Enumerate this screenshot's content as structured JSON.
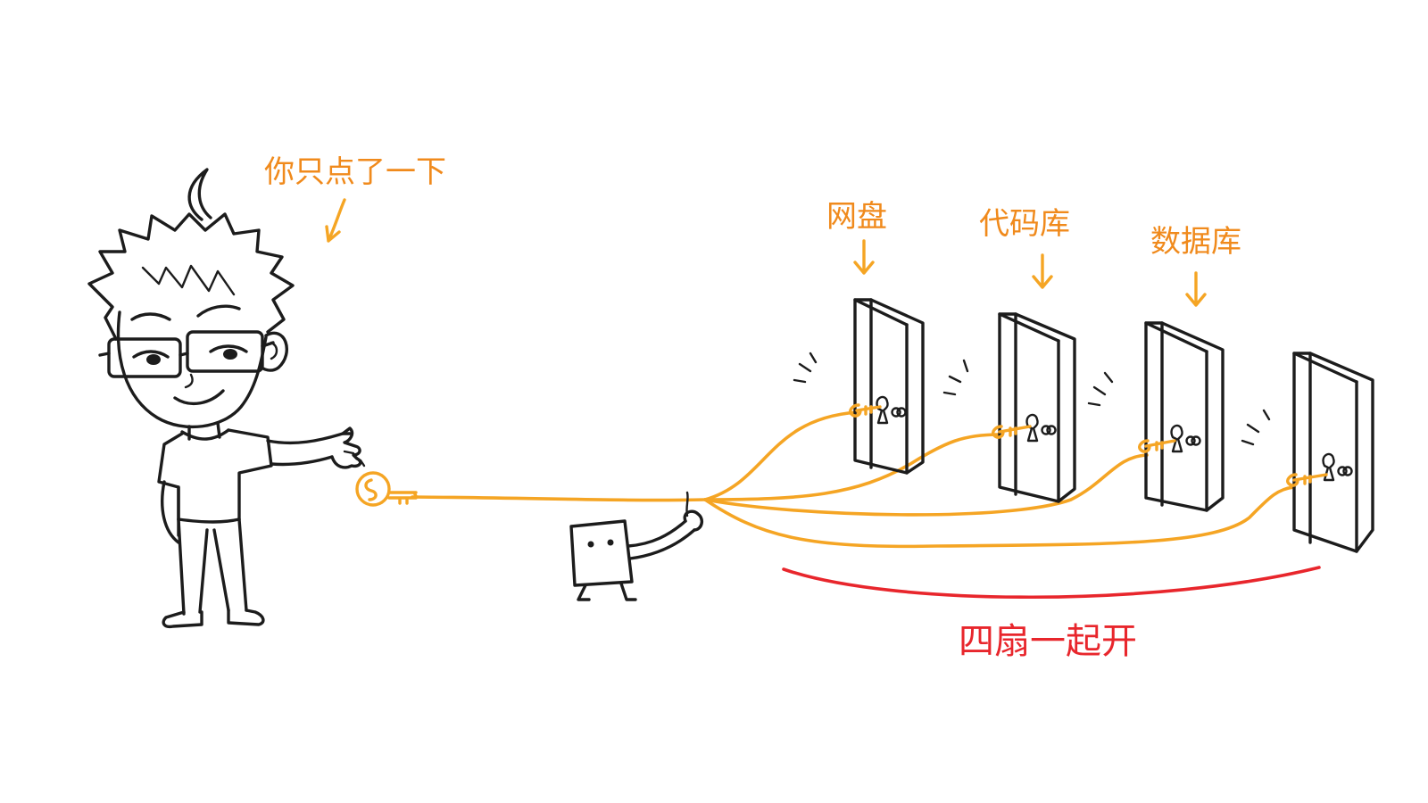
{
  "annotations": {
    "click_note": "你只点了一下",
    "doors_open": "四扇一起开"
  },
  "doors": [
    {
      "label": "网盘"
    },
    {
      "label": "代码库"
    },
    {
      "label": "数据库"
    },
    {
      "label": ""
    }
  ],
  "colors": {
    "orange": "#f5a524",
    "orange_text": "#f08a1c",
    "red": "#e8262c",
    "ink": "#1c1c1c"
  },
  "icons": {
    "master_key": "key-icon",
    "door_key": "key-icon",
    "arrow": "arrow-down-icon"
  }
}
